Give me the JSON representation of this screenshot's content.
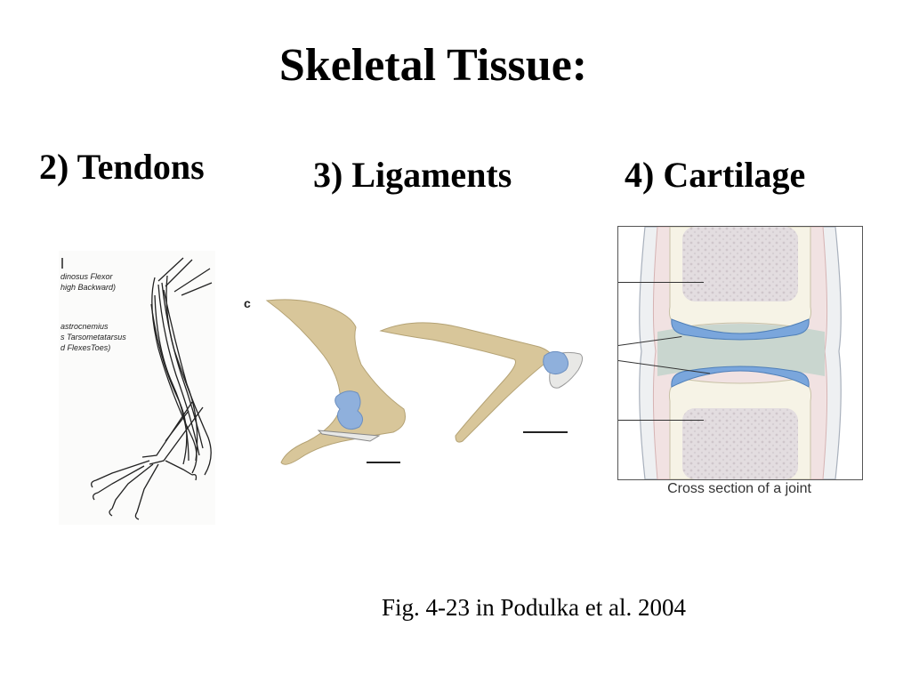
{
  "slide": {
    "title": "Skeletal Tissue:",
    "headings": {
      "tendons": "2) Tendons",
      "ligaments": "3) Ligaments",
      "cartilage": "4) Cartilage"
    },
    "citation": "Fig. 4-23 in Podulka et al. 2004"
  },
  "tendon_figure": {
    "label_1_line_1": "dinosus Flexor",
    "label_1_line_2": "high Backward)",
    "label_2_line_1": "astrocnemius",
    "label_2_line_2": "s Tarsometatarsus",
    "label_2_line_3": "d  FlexesToes)"
  },
  "ligament_figure": {
    "panel_letter": "c",
    "bone_color": "#d8c69a",
    "ligament_color": "#8fb0dc"
  },
  "cartilage_figure": {
    "caption": "Cross section of a joint",
    "cartilage_color": "#7aa6dc",
    "synovial_color": "#c9d6cf"
  }
}
